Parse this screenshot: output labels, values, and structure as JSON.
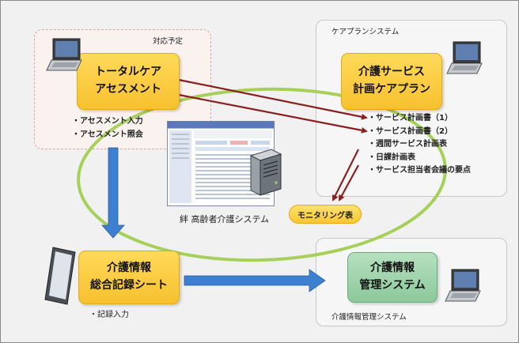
{
  "panels": {
    "assessment": {
      "label": "対応予定"
    },
    "careplan": {
      "label": "ケアプランシステム"
    },
    "management": {
      "label": "介護情報管理システム"
    }
  },
  "nodes": {
    "assessment": {
      "line1": "トータルケア",
      "line2": "アセスメント"
    },
    "careplan": {
      "line1": "介護サービス",
      "line2": "計画ケアプラン"
    },
    "record": {
      "line1": "介護情報",
      "line2": "総合記録シート"
    },
    "management": {
      "line1": "介護情報",
      "line2": "管理システム"
    },
    "monitoring": {
      "label": "モニタリング表"
    }
  },
  "lists": {
    "assessment": [
      "アセスメント入力",
      "アセスメント照会"
    ],
    "careplan": [
      "サービス計画書（1）",
      "サービス計画書（2）",
      "週間サービス計画表",
      "日課計画表",
      "サービス担当者会議の要点"
    ],
    "record": [
      "記録入力"
    ]
  },
  "central": {
    "label": "絆 高齢者介護システム"
  },
  "icons": [
    "laptop-icon",
    "tablet-icon",
    "server-icon",
    "screenshot-icon"
  ],
  "colors": {
    "node_yellow": "#f7c12f",
    "node_green": "#8cc99b",
    "dark_red_arrow": "#8b1f1f",
    "blue_arrow": "#3d7fd0",
    "green_ellipse": "#a7d05a"
  }
}
